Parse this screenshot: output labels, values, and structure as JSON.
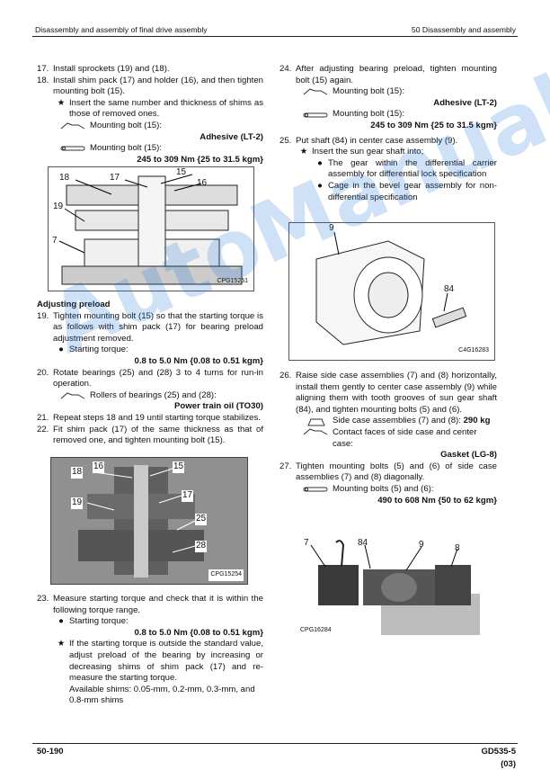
{
  "header": {
    "left": "Disassembly and assembly of final drive assembly",
    "right": "50 Disassembly and assembly"
  },
  "left": {
    "s17": {
      "num": "17.",
      "text": "Install sprockets (19) and (18)."
    },
    "s18": {
      "num": "18.",
      "text": "Install shim pack (17) and holder (16), and then tighten mounting bolt (15).",
      "note": "Insert the same number and thickness of shims as those of removed ones.",
      "tool1": "Mounting bolt (15):",
      "tool1_val": "Adhesive (LT-2)",
      "tool2": "Mounting bolt (15):",
      "tool2_val": "245 to 309 Nm {25 to 31.5 kgm}"
    },
    "fig1": {
      "code": "CPG15251",
      "labels": [
        "18",
        "17",
        "15",
        "16",
        "19",
        "7"
      ]
    },
    "heading": "Adjusting preload",
    "s19": {
      "num": "19.",
      "text": "Tighten mounting bolt (15) so that the starting torque is as follows with shim pack (17) for bearing preload adjustment removed.",
      "bullet": "Starting torque:",
      "val": "0.8 to 5.0 Nm {0.08 to 0.51 kgm}"
    },
    "s20": {
      "num": "20.",
      "text": "Rotate bearings (25) and (28) 3 to 4 turns for run-in operation.",
      "tool": "Rollers of bearings (25) and (28):",
      "tool_val": "Power train oil (TO30)"
    },
    "s21": {
      "num": "21.",
      "text": "Repeat steps 18 and 19 until starting torque stabilizes."
    },
    "s22": {
      "num": "22.",
      "text": "Fit shim pack (17) of the same thickness as that of removed one, and tighten mounting bolt (15)."
    },
    "fig2": {
      "code": "CPG15254",
      "labels": [
        "18",
        "16",
        "15",
        "19",
        "17",
        "25",
        "28"
      ]
    },
    "s23": {
      "num": "23.",
      "text": "Measure starting torque and check that it is within the following torque range.",
      "bullet": "Starting torque:",
      "val": "0.8 to 5.0 Nm {0.08 to 0.51 kgm}",
      "note": "If the starting torque is outside the standard value, adjust preload of the bearing by increasing or decreasing shims of shim pack (17) and re-measure the starting torque.",
      "shims": "Available shims: 0.05-mm, 0.2-mm, 0.3-mm, and 0.8-mm shims"
    }
  },
  "right": {
    "s24": {
      "num": "24.",
      "text": "After adjusting bearing preload, tighten mounting bolt (15) again.",
      "tool1": "Mounting bolt (15):",
      "tool1_val": "Adhesive (LT-2)",
      "tool2": "Mounting bolt (15):",
      "tool2_val": "245 to 309 Nm {25 to 31.5 kgm}"
    },
    "s25": {
      "num": "25.",
      "text": "Put shaft (84) in center case assembly (9).",
      "note": "Insert the sun gear shaft into;",
      "b1": "The gear within the differential carrier assembly for differential lock specification",
      "b2": "Cage in the bevel gear assembly for non-differential specification"
    },
    "fig3": {
      "code": "C4G16283",
      "labels": [
        "9",
        "84"
      ]
    },
    "s26": {
      "num": "26.",
      "text": "Raise side case assemblies (7) and (8) horizontally, install them gently to center case assembly (9) while aligning them with tooth grooves of sun gear shaft (84), and tighten mounting bolts (5) and (6).",
      "tool1": "Side case assemblies (7) and (8):",
      "tool1_val": "290 kg",
      "tool2": "Contact faces of side case and center case:",
      "tool2_val": "Gasket (LG-8)"
    },
    "s27": {
      "num": "27.",
      "text": "Tighten mounting bolts (5) and (6) of side case assemblies (7) and (8) diagonally.",
      "tool": "Mounting bolts (5) and (6):",
      "tool_val": "490 to 608 Nm {50 to 62 kgm}"
    },
    "fig4": {
      "code": "CPG16284",
      "labels": [
        "7",
        "84",
        "9",
        "8"
      ]
    }
  },
  "footer": {
    "page": "50-190",
    "model": "GD535-5",
    "rev": "(03)"
  },
  "watermark": "AutoManual",
  "colors": {
    "watermark": "#1e78dc"
  }
}
